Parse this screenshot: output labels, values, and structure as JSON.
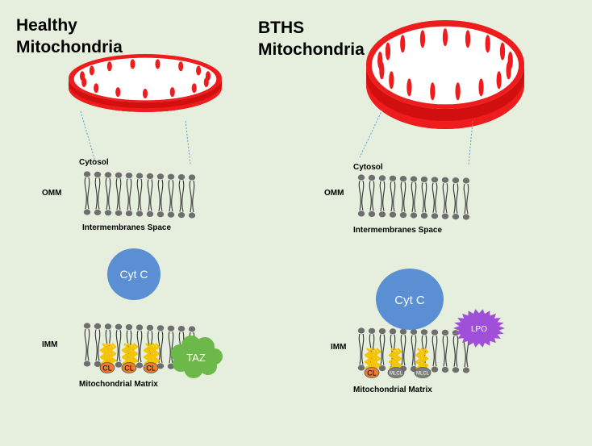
{
  "colors": {
    "background": "#e6efdd",
    "mito_red": "#ee1c1c",
    "mito_dark_red": "#d20f0f",
    "lipid_head": "#6e6e6e",
    "cyt_c": "#5b8fd3",
    "taz": "#6cb848",
    "lpo": "#a050d8",
    "cl": "#ed7d31",
    "mlcl": "#7f7f7f",
    "acyl_chain": "#f5c400"
  },
  "healthy": {
    "title_line1": "Healthy",
    "title_line2": "Mitochondria",
    "cytosol": "Cytosol",
    "omm": "OMM",
    "intermembrane": "Intermembranes Space",
    "cyt_c": "Cyt C",
    "imm": "IMM",
    "matrix": "Mitochondrial Matrix",
    "taz": "TAZ",
    "lipids": [
      "CL",
      "CL",
      "CL"
    ]
  },
  "bths": {
    "title_line1": "BTHS",
    "title_line2": "Mitochondria",
    "cytosol": "Cytosol",
    "omm": "OMM",
    "intermembrane": "Intermembranes Space",
    "cyt_c": "Cyt C",
    "imm": "IMM",
    "matrix": "Mitochondrial Matrix",
    "lpo": "LPO",
    "lipids": [
      "CL",
      "MLCL",
      "MLCL"
    ]
  }
}
